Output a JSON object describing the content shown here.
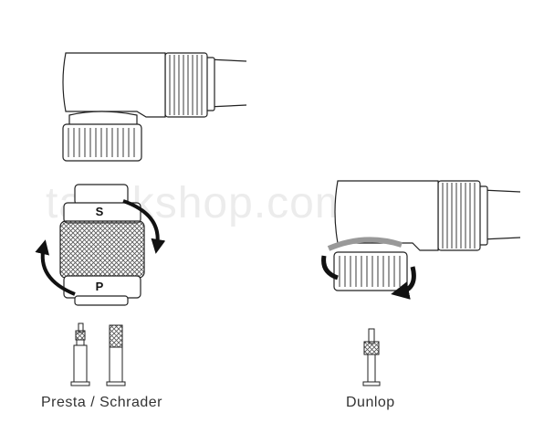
{
  "labels": {
    "presta_schrader": "Presta / Schrader",
    "dunlop": "Dunlop",
    "mode_s": "S",
    "mode_p": "P"
  },
  "watermark": "tazakshop.com.ua",
  "colors": {
    "stroke": "#222222",
    "arrow": "#111111",
    "arrow_light": "#999999",
    "knurl": "#555555",
    "caption": "#333333",
    "watermark": "#dddddd"
  }
}
